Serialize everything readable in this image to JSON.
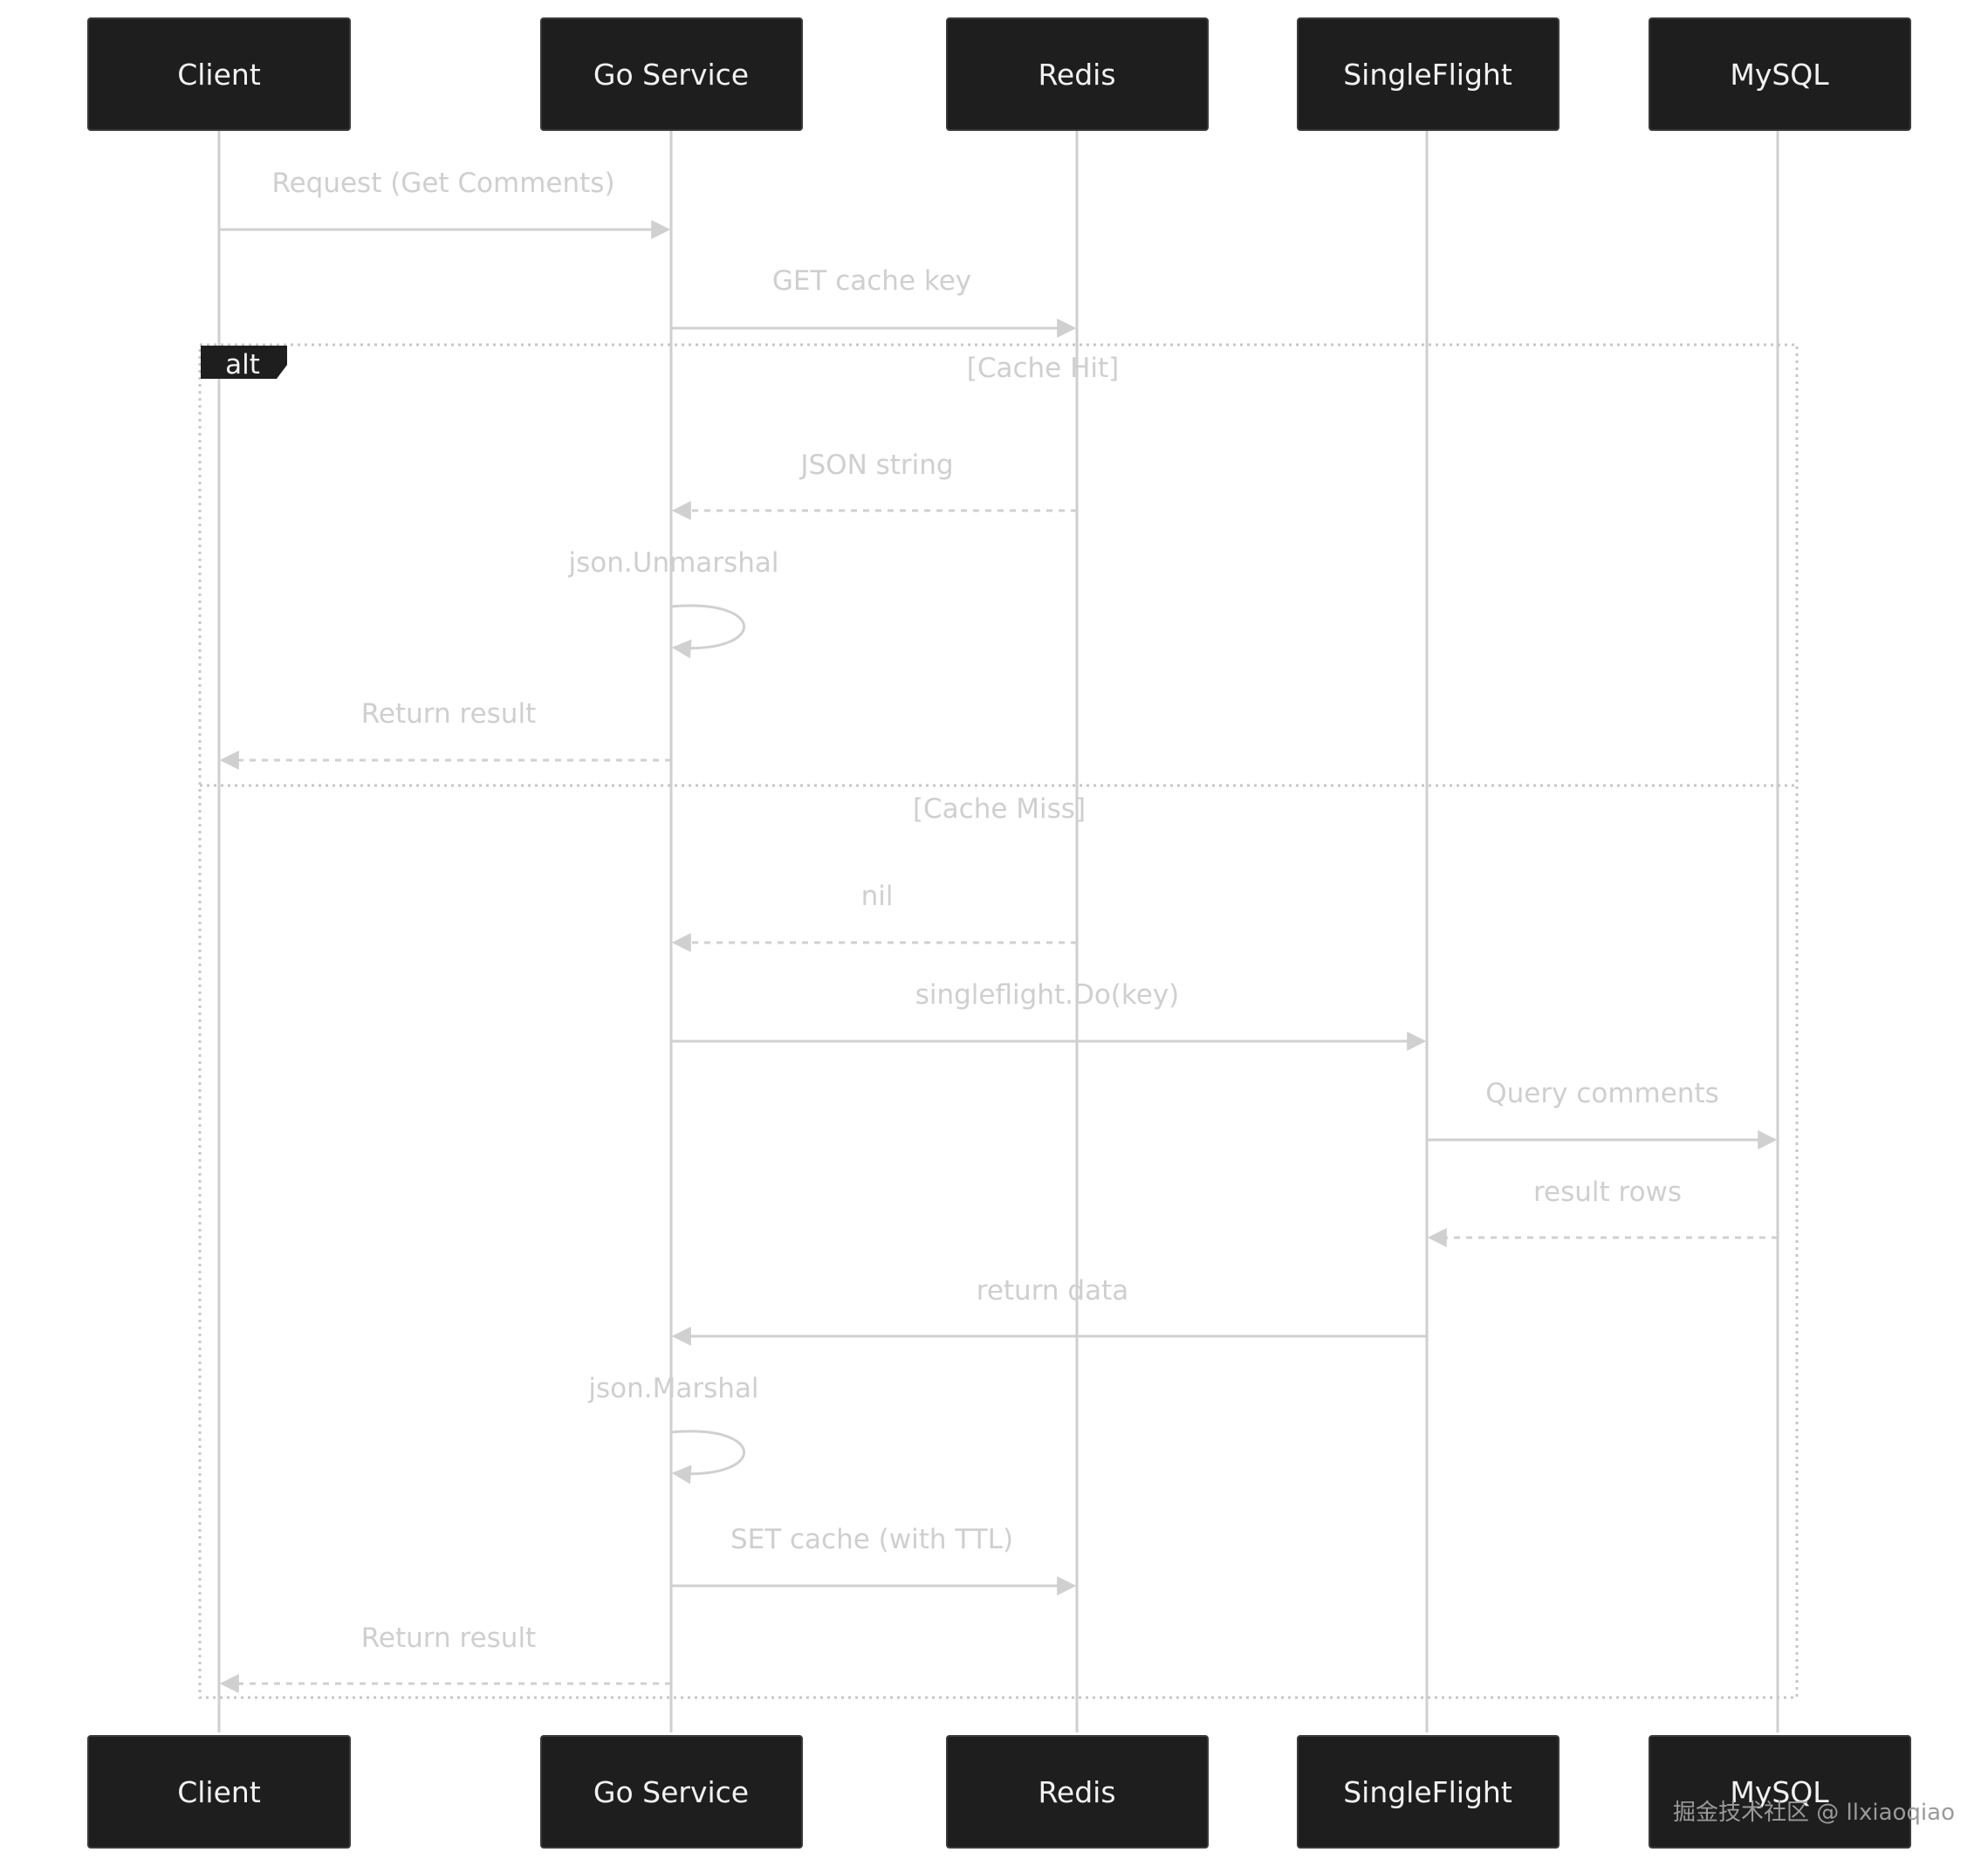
{
  "diagram": {
    "type": "sequence",
    "participants": [
      {
        "id": "client",
        "label": "Client"
      },
      {
        "id": "go",
        "label": "Go Service"
      },
      {
        "id": "redis",
        "label": "Redis"
      },
      {
        "id": "sf",
        "label": "SingleFlight"
      },
      {
        "id": "mysql",
        "label": "MySQL"
      }
    ],
    "messages": [
      {
        "id": "m1",
        "from": "client",
        "to": "go",
        "text": "Request (Get Comments)",
        "style": "solid"
      },
      {
        "id": "m2",
        "from": "go",
        "to": "redis",
        "text": "GET cache key",
        "style": "solid"
      },
      {
        "id": "m3",
        "from": "redis",
        "to": "go",
        "text": "JSON string",
        "style": "dashed"
      },
      {
        "id": "m4",
        "from": "go",
        "to": "go",
        "text": "json.Unmarshal",
        "style": "self"
      },
      {
        "id": "m5",
        "from": "go",
        "to": "client",
        "text": "Return result",
        "style": "dashed"
      },
      {
        "id": "m6",
        "from": "redis",
        "to": "go",
        "text": "nil",
        "style": "dashed"
      },
      {
        "id": "m7",
        "from": "go",
        "to": "sf",
        "text": "singleflight.Do(key)",
        "style": "solid"
      },
      {
        "id": "m8",
        "from": "sf",
        "to": "mysql",
        "text": "Query comments",
        "style": "solid"
      },
      {
        "id": "m9",
        "from": "mysql",
        "to": "sf",
        "text": "result rows",
        "style": "dashed"
      },
      {
        "id": "m10",
        "from": "sf",
        "to": "go",
        "text": "return data",
        "style": "solid"
      },
      {
        "id": "m11",
        "from": "go",
        "to": "go",
        "text": "json.Marshal",
        "style": "self"
      },
      {
        "id": "m12",
        "from": "go",
        "to": "redis",
        "text": "SET cache (with TTL)",
        "style": "solid"
      },
      {
        "id": "m13",
        "from": "go",
        "to": "client",
        "text": "Return result",
        "style": "dashed"
      }
    ],
    "alt_block": {
      "label": "alt",
      "sections": [
        {
          "condition": "[Cache Hit]"
        },
        {
          "condition": "[Cache Miss]"
        }
      ]
    }
  },
  "watermark": "掘金技术社区 @ llxiaoqiao",
  "colors": {
    "actor_fill": "#1e1e1e",
    "actor_text": "#f2f2f2",
    "line": "#d0d0d0",
    "message_text": "#cfcfcf"
  }
}
